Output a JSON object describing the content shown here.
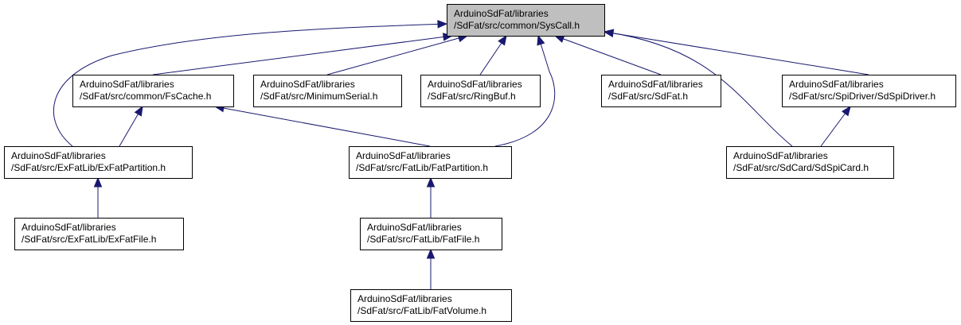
{
  "diagram": {
    "type": "include-dependency-graph",
    "colors": {
      "edge": "#191970",
      "root_fill": "#bfbfbf",
      "node_fill": "#ffffff",
      "border": "#000000"
    },
    "nodes": [
      {
        "id": "syscall",
        "lines": [
          "ArduinoSdFat/libraries",
          "/SdFat/src/common/SysCall.h"
        ]
      },
      {
        "id": "fscache",
        "lines": [
          "ArduinoSdFat/libraries",
          "/SdFat/src/common/FsCache.h"
        ]
      },
      {
        "id": "minserial",
        "lines": [
          "ArduinoSdFat/libraries",
          "/SdFat/src/MinimumSerial.h"
        ]
      },
      {
        "id": "ringbuf",
        "lines": [
          "ArduinoSdFat/libraries",
          "/SdFat/src/RingBuf.h"
        ]
      },
      {
        "id": "sdfat",
        "lines": [
          "ArduinoSdFat/libraries",
          "/SdFat/src/SdFat.h"
        ]
      },
      {
        "id": "sdspidriver",
        "lines": [
          "ArduinoSdFat/libraries",
          "/SdFat/src/SpiDriver/SdSpiDriver.h"
        ]
      },
      {
        "id": "exfatpart",
        "lines": [
          "ArduinoSdFat/libraries",
          "/SdFat/src/ExFatLib/ExFatPartition.h"
        ]
      },
      {
        "id": "fatpart",
        "lines": [
          "ArduinoSdFat/libraries",
          "/SdFat/src/FatLib/FatPartition.h"
        ]
      },
      {
        "id": "sdspicard",
        "lines": [
          "ArduinoSdFat/libraries",
          "/SdFat/src/SdCard/SdSpiCard.h"
        ]
      },
      {
        "id": "exfatfile",
        "lines": [
          "ArduinoSdFat/libraries",
          "/SdFat/src/ExFatLib/ExFatFile.h"
        ]
      },
      {
        "id": "fatfile",
        "lines": [
          "ArduinoSdFat/libraries",
          "/SdFat/src/FatLib/FatFile.h"
        ]
      },
      {
        "id": "fatvolume",
        "lines": [
          "ArduinoSdFat/libraries",
          "/SdFat/src/FatLib/FatVolume.h"
        ]
      }
    ],
    "edges": [
      {
        "from": "fscache",
        "to": "syscall"
      },
      {
        "from": "minserial",
        "to": "syscall"
      },
      {
        "from": "ringbuf",
        "to": "syscall"
      },
      {
        "from": "sdfat",
        "to": "syscall"
      },
      {
        "from": "sdspidriver",
        "to": "syscall"
      },
      {
        "from": "exfatpart",
        "to": "syscall"
      },
      {
        "from": "fatpart",
        "to": "syscall"
      },
      {
        "from": "sdspicard",
        "to": "syscall"
      },
      {
        "from": "exfatpart",
        "to": "fscache"
      },
      {
        "from": "fatpart",
        "to": "fscache"
      },
      {
        "from": "sdspicard",
        "to": "sdspidriver"
      },
      {
        "from": "exfatfile",
        "to": "exfatpart"
      },
      {
        "from": "fatfile",
        "to": "fatpart"
      },
      {
        "from": "fatvolume",
        "to": "fatfile"
      }
    ]
  }
}
